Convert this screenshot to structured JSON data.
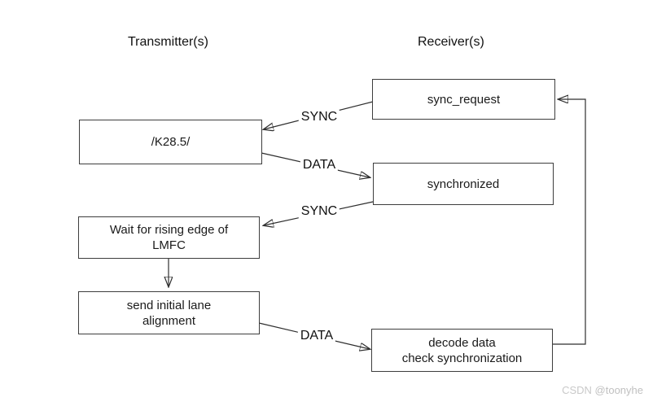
{
  "headers": {
    "transmitter": "Transmitter(s)",
    "receiver": "Receiver(s)"
  },
  "nodes": {
    "k285": "/K28.5/",
    "wait_lmfc": "Wait for rising edge of\nLMFC",
    "send_ila": "send initial lane\nalignment",
    "sync_request": "sync_request",
    "synchronized": "synchronized",
    "decode": "decode data\ncheck synchronization"
  },
  "edges": {
    "sync_to_k285": "SYNC",
    "data_to_synchronized": "DATA",
    "sync_to_wait": "SYNC",
    "data_to_decode": "DATA"
  },
  "watermark": {
    "brand": "CSDN",
    "user": "@toonyhe"
  },
  "colors": {
    "line": "#2e2e2e",
    "border": "#3d3d3d",
    "watermark": "#c9c9c9"
  }
}
